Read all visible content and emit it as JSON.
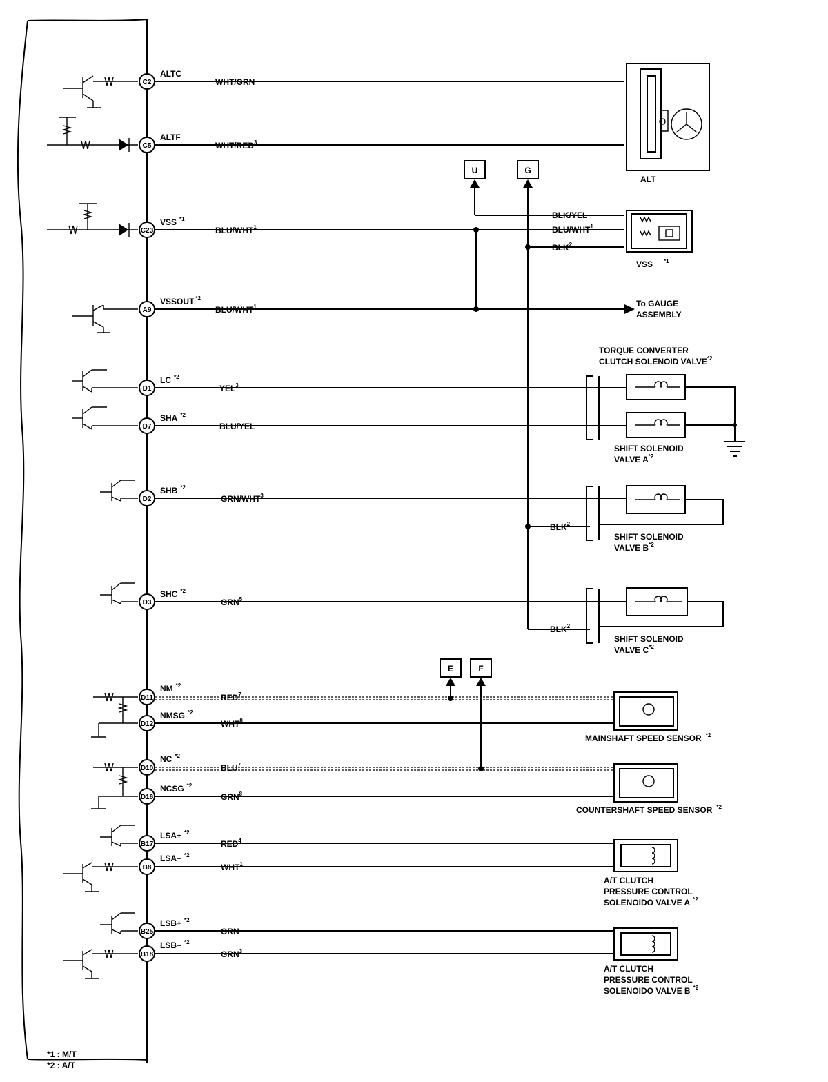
{
  "ecm_pins": [
    {
      "id": "alt_c",
      "pin": "C2",
      "name": "ALTC",
      "name_sup": "",
      "wire": "WHT/GRN",
      "wire_sup": ""
    },
    {
      "id": "alt_f",
      "pin": "C5",
      "name": "ALTF",
      "name_sup": "",
      "wire": "WHT/RED",
      "wire_sup": "3"
    },
    {
      "id": "vss",
      "pin": "C23",
      "name": "VSS",
      "name_sup": "*1",
      "wire": "BLU/WHT",
      "wire_sup": "1"
    },
    {
      "id": "vssout",
      "pin": "A9",
      "name": "VSSOUT",
      "name_sup": "*2",
      "wire": "BLU/WHT",
      "wire_sup": "1"
    },
    {
      "id": "lc",
      "pin": "D1",
      "name": "LC",
      "name_sup": "*2",
      "wire": "YEL",
      "wire_sup": "3"
    },
    {
      "id": "sha",
      "pin": "D7",
      "name": "SHA",
      "name_sup": "*2",
      "wire": "BLU/YEL",
      "wire_sup": ""
    },
    {
      "id": "shb",
      "pin": "D2",
      "name": "SHB",
      "name_sup": "*2",
      "wire": "GRN/WHT",
      "wire_sup": "3"
    },
    {
      "id": "shc",
      "pin": "D3",
      "name": "SHC",
      "name_sup": "*2",
      "wire": "GRN",
      "wire_sup": "5"
    },
    {
      "id": "nm",
      "pin": "D11",
      "name": "NM",
      "name_sup": "*2",
      "wire": "RED",
      "wire_sup": "7"
    },
    {
      "id": "nmsg",
      "pin": "D12",
      "name": "NMSG",
      "name_sup": "*2",
      "wire": "WHT",
      "wire_sup": "8"
    },
    {
      "id": "nc",
      "pin": "D10",
      "name": "NC",
      "name_sup": "*2",
      "wire": "BLU",
      "wire_sup": "7"
    },
    {
      "id": "ncsg",
      "pin": "D16",
      "name": "NCSG",
      "name_sup": "*2",
      "wire": "GRN",
      "wire_sup": "8"
    },
    {
      "id": "lsa_plus",
      "pin": "B17",
      "name": "LSA+",
      "name_sup": "*2",
      "wire": "RED",
      "wire_sup": "4"
    },
    {
      "id": "lsa_minus",
      "pin": "B8",
      "name": "LSA−",
      "name_sup": "*2",
      "wire": "WHT",
      "wire_sup": "1"
    },
    {
      "id": "lsb_plus",
      "pin": "B25",
      "name": "LSB+",
      "name_sup": "*2",
      "wire": "ORN",
      "wire_sup": ""
    },
    {
      "id": "lsb_minus",
      "pin": "B18",
      "name": "LSB−",
      "name_sup": "*2",
      "wire": "GRN",
      "wire_sup": "3"
    }
  ],
  "connectors": {
    "u": "U",
    "g": "G",
    "e": "E",
    "f": "F"
  },
  "vss_wires": [
    {
      "wire": "BLK/YEL",
      "sup": ""
    },
    {
      "wire": "BLU/WHT",
      "sup": "1"
    },
    {
      "wire": "BLK",
      "sup": "2"
    }
  ],
  "ground_wires": {
    "shb": {
      "wire": "BLK",
      "sup": "2"
    },
    "shc": {
      "wire": "BLK",
      "sup": "2"
    }
  },
  "components": {
    "alt": "ALT",
    "vss": {
      "label": "VSS",
      "sup": "*1"
    },
    "gauge": [
      "To GAUGE",
      "ASSEMBLY"
    ],
    "torque_converter": {
      "lines": [
        "TORQUE CONVERTER",
        "CLUTCH SOLENOID VALVE"
      ],
      "sup": "*2"
    },
    "shift_a": {
      "lines": [
        "SHIFT SOLENOID",
        "VALVE A"
      ],
      "sup": "*2"
    },
    "shift_b": {
      "lines": [
        "SHIFT SOLENOID",
        "VALVE B"
      ],
      "sup": "*2"
    },
    "shift_c": {
      "lines": [
        "SHIFT SOLENOID",
        "VALVE C"
      ],
      "sup": "*2"
    },
    "mainshaft": {
      "label": "MAINSHAFT SPEED SENSOR",
      "sup": "*2"
    },
    "countershaft": {
      "label": "COUNTERSHAFT SPEED SENSOR",
      "sup": "*2"
    },
    "lsa_valve": {
      "lines": [
        "A/T CLUTCH",
        "PRESSURE CONTROL",
        "SOLENOIDO VALVE A"
      ],
      "sup": "*2"
    },
    "lsb_valve": {
      "lines": [
        "A/T CLUTCH",
        "PRESSURE CONTROL",
        "SOLENOIDO VALVE B"
      ],
      "sup": "*2"
    }
  },
  "legend": [
    "*1 : M/T",
    "*2 : A/T"
  ]
}
